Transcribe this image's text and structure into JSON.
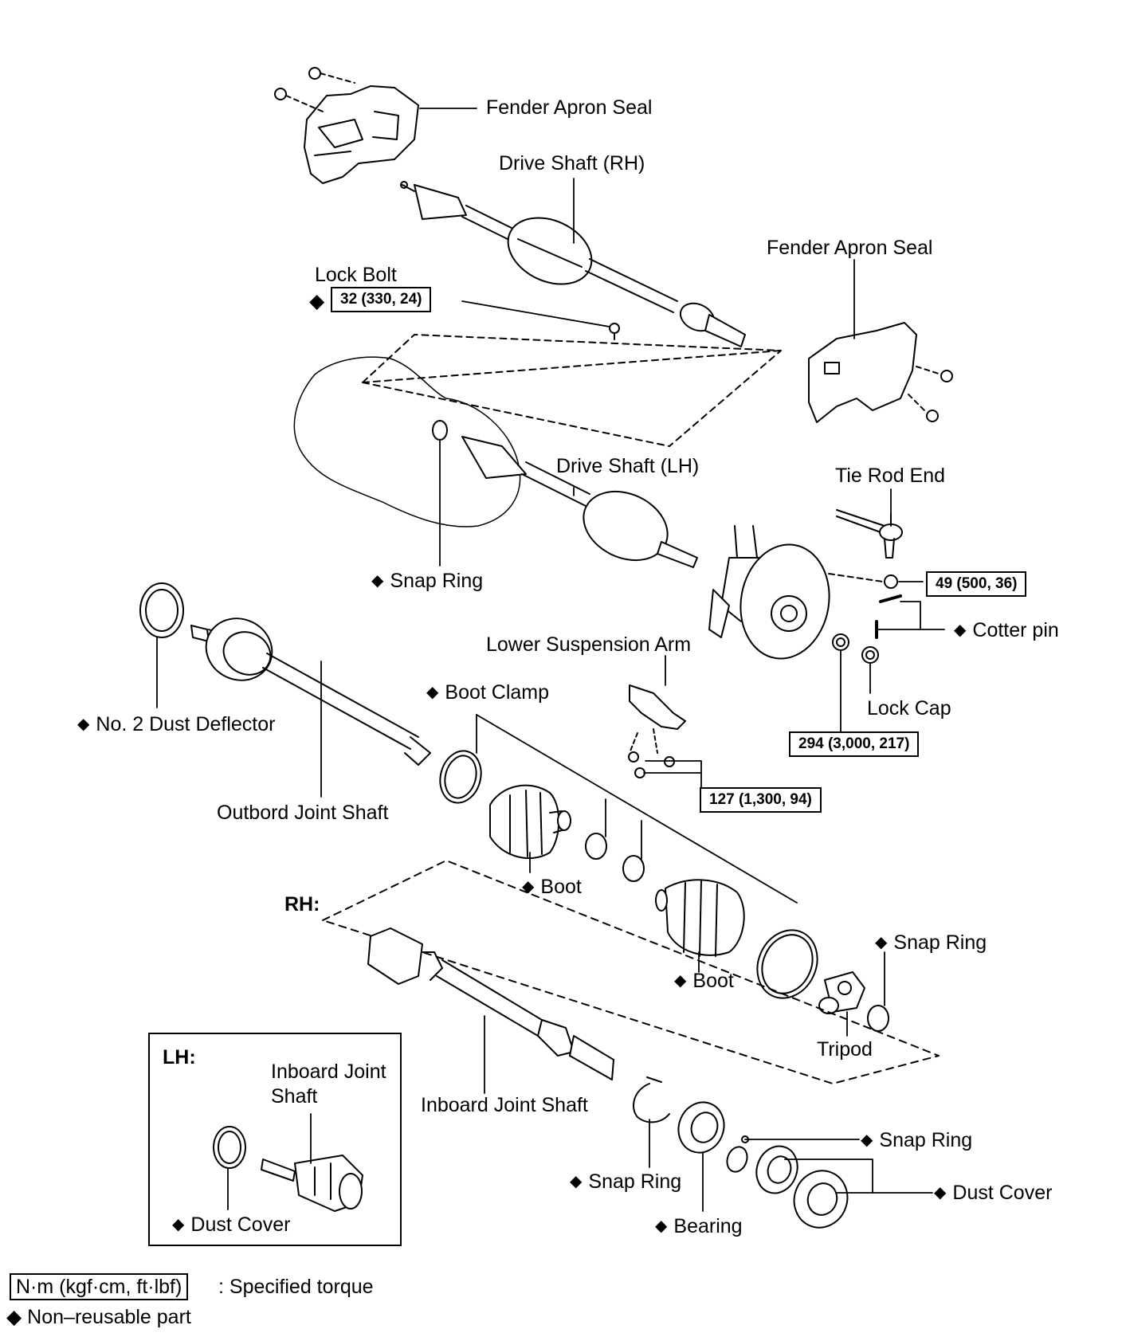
{
  "labels": {
    "fender_apron_seal_top": "Fender Apron Seal",
    "drive_shaft_rh": "Drive Shaft (RH)",
    "fender_apron_seal_right": "Fender Apron Seal",
    "lock_bolt": "Lock Bolt",
    "drive_shaft_lh": "Drive Shaft (LH)",
    "tie_rod_end": "Tie Rod End",
    "snap_ring_upper": "Snap Ring",
    "cotter_pin": "Cotter pin",
    "lower_suspension_arm": "Lower Suspension Arm",
    "boot_clamp": "Boot Clamp",
    "lock_cap": "Lock Cap",
    "no2_dust_deflector": "No. 2 Dust Deflector",
    "outbord_joint_shaft": "Outbord Joint Shaft",
    "boot_1": "Boot",
    "rh_heading": "RH:",
    "snap_ring_right": "Snap Ring",
    "boot_2": "Boot",
    "tripod": "Tripod",
    "lh_heading": "LH:",
    "inboard_joint_shaft_lh": "Inboard Joint Shaft",
    "inboard_joint_shaft_rh": "Inboard Joint Shaft",
    "snap_ring_bearing": "Snap Ring",
    "snap_ring_lower": "Snap Ring",
    "dust_cover_right": "Dust Cover",
    "bearing": "Bearing",
    "dust_cover_lh": "Dust Cover"
  },
  "torques": {
    "lock_bolt": "32 (330, 24)",
    "tie_rod_nut": "49 (500, 36)",
    "lock_cap": "294 (3,000, 217)",
    "lower_arm": "127 (1,300, 94)"
  },
  "non_reusable_marker": "◆",
  "legend": {
    "torque_units": "N·m (kgf·cm, ft·lbf)",
    "torque_desc": ": Specified torque",
    "non_reusable": "◆ Non–reusable part"
  }
}
